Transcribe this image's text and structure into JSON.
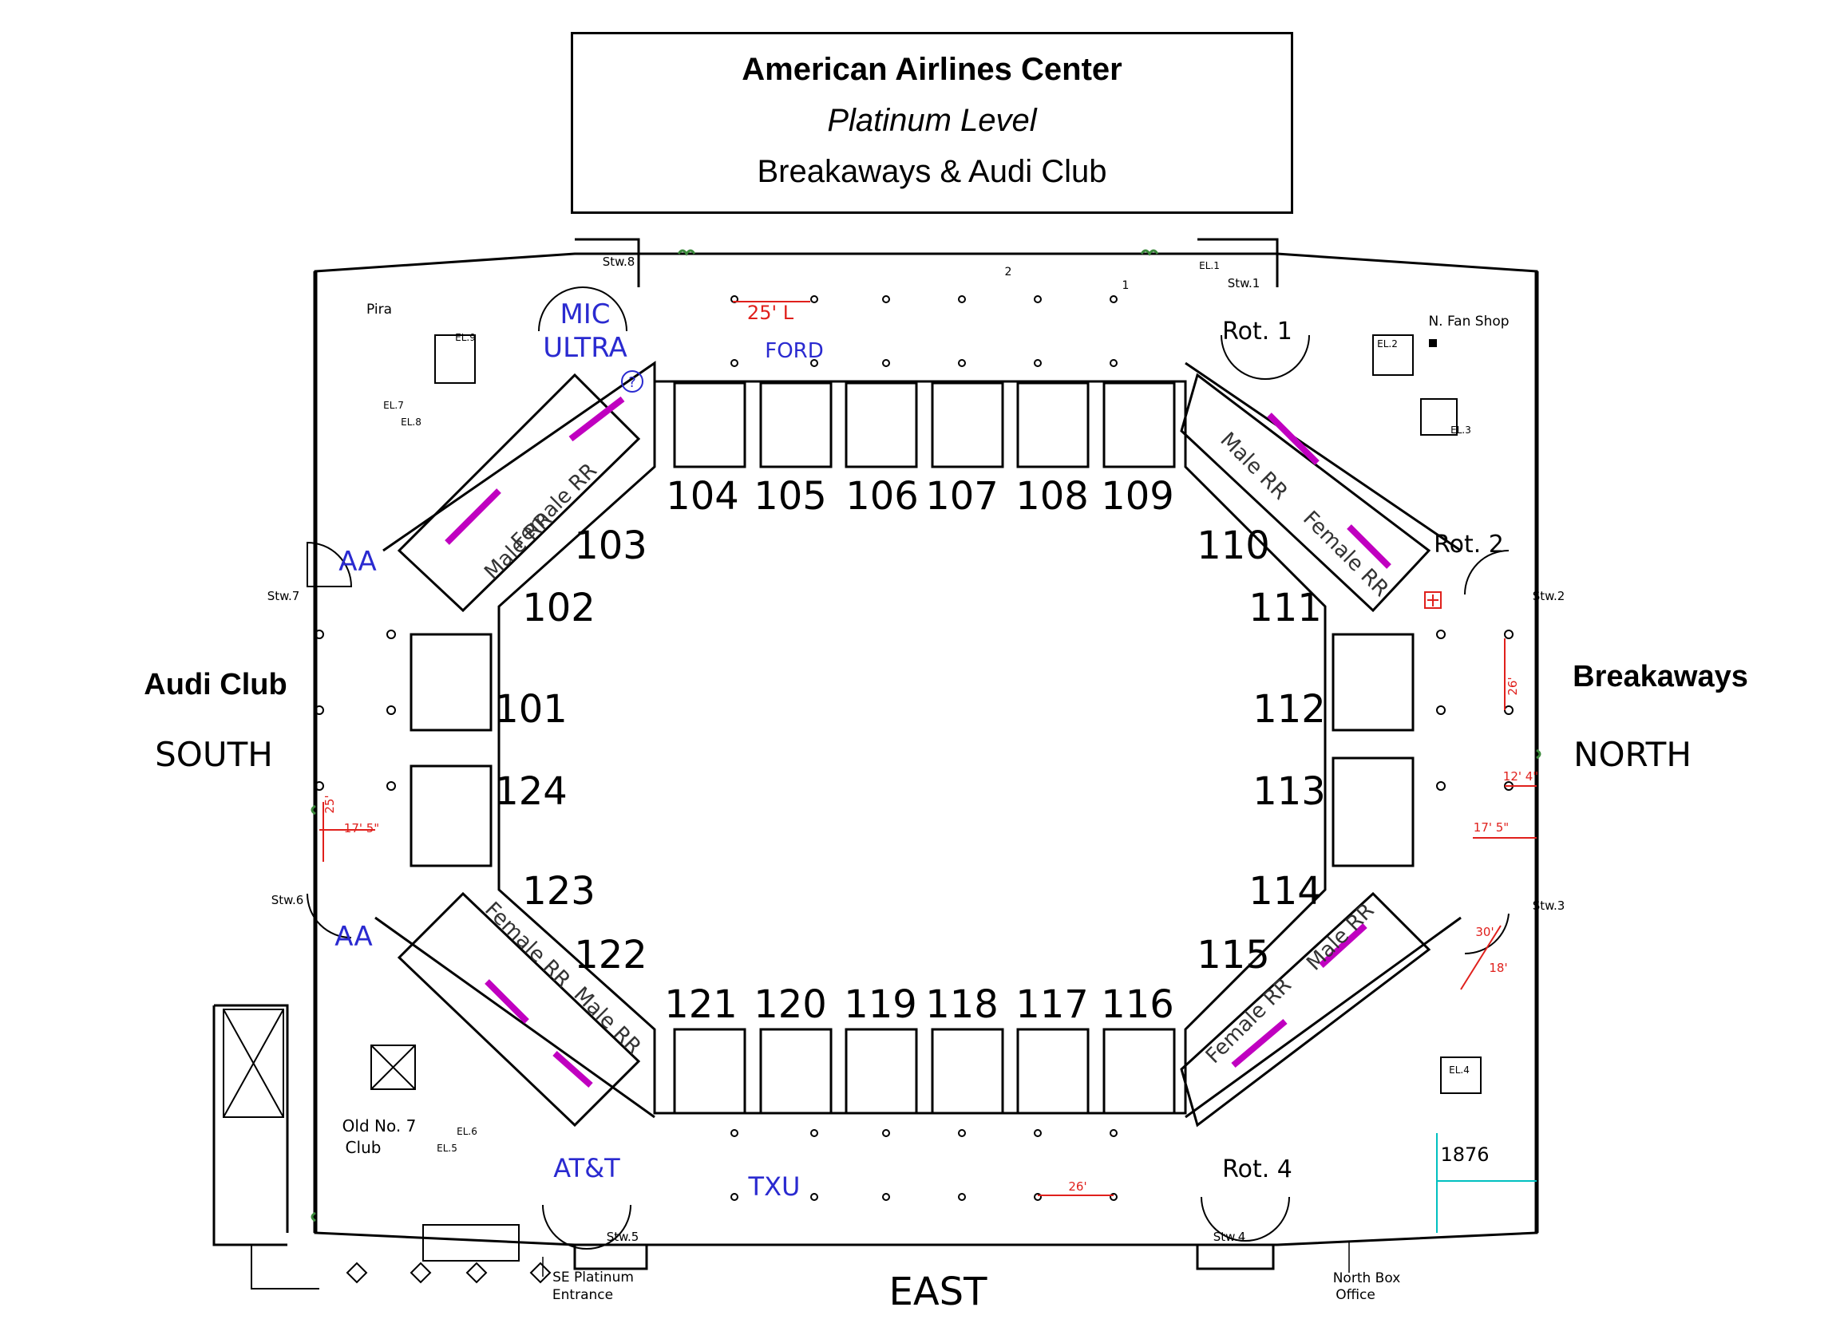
{
  "header": {
    "title": "American Airlines Center",
    "subtitle": "Platinum Level",
    "caption": "Breakaways & Audi Club"
  },
  "directions": {
    "south": "SOUTH",
    "north": "NORTH",
    "east": "EAST"
  },
  "clubs": {
    "audi": "Audi Club",
    "breakaways": "Breakaways"
  },
  "sections": {
    "s101": "101",
    "s102": "102",
    "s103": "103",
    "s104": "104",
    "s105": "105",
    "s106": "106",
    "s107": "107",
    "s108": "108",
    "s109": "109",
    "s110": "110",
    "s111": "111",
    "s112": "112",
    "s113": "113",
    "s114": "114",
    "s115": "115",
    "s116": "116",
    "s117": "117",
    "s118": "118",
    "s119": "119",
    "s120": "120",
    "s121": "121",
    "s122": "122",
    "s123": "123",
    "s124": "124"
  },
  "sponsors": {
    "mic_ultra_1": "MIC",
    "mic_ultra_2": "ULTRA",
    "ford": "FORD",
    "aa_top": "AA",
    "aa_bottom": "AA",
    "att": "AT&T",
    "txu": "TXU"
  },
  "restrooms": {
    "female_nw": "Female RR",
    "male_nw": "Male RR",
    "male_ne": "Male RR",
    "female_ne": "Female RR",
    "female_sw": "Female RR",
    "male_sw": "Male RR",
    "female_se": "Female RR",
    "male_se": "Male RR"
  },
  "rotundas": {
    "rot1": "Rot. 1",
    "rot2": "Rot. 2",
    "rot4": "Rot. 4"
  },
  "stairwells": {
    "stw8": "Stw.8",
    "stw1": "Stw.1",
    "stw2": "Stw.2",
    "stw3": "Stw.3",
    "stw4": "Stw.4",
    "stw5": "Stw.5",
    "stw6": "Stw.6",
    "stw7": "Stw.7"
  },
  "elevators": {
    "el1": "EL.1",
    "el2": "EL.2",
    "el3": "EL.3",
    "el4": "EL.4",
    "el5": "EL.5",
    "el6": "EL.6",
    "el7": "EL.7",
    "el8": "EL.8",
    "el9": "EL.9"
  },
  "places": {
    "pira": "Pira",
    "fan_shop": "N. Fan Shop",
    "old_no7_1": "Old No. 7",
    "old_no7_2": "Club",
    "se_entrance_1": "SE Platinum",
    "se_entrance_2": "Entrance",
    "box_office_1": "North Box",
    "box_office_2": "Office",
    "room_1876": "1876",
    "escalator_2": "2",
    "escalator_1": "1"
  },
  "dimensions": {
    "d25L": "25' L",
    "d26_bottom": "26'",
    "d26_right": "26'",
    "d12_4": "12' 4\"",
    "d17_5_right": "17' 5\"",
    "d17_5_left": "17' 5\"",
    "d25_left": "25'",
    "d30": "30'",
    "d18": "18'"
  },
  "colors": {
    "dimension_red": "#e0201c",
    "sponsor_blue": "#2a2ad0",
    "restroom_magenta": "#c000c0",
    "tree_green": "#3c8a3c",
    "line": "#000000"
  }
}
